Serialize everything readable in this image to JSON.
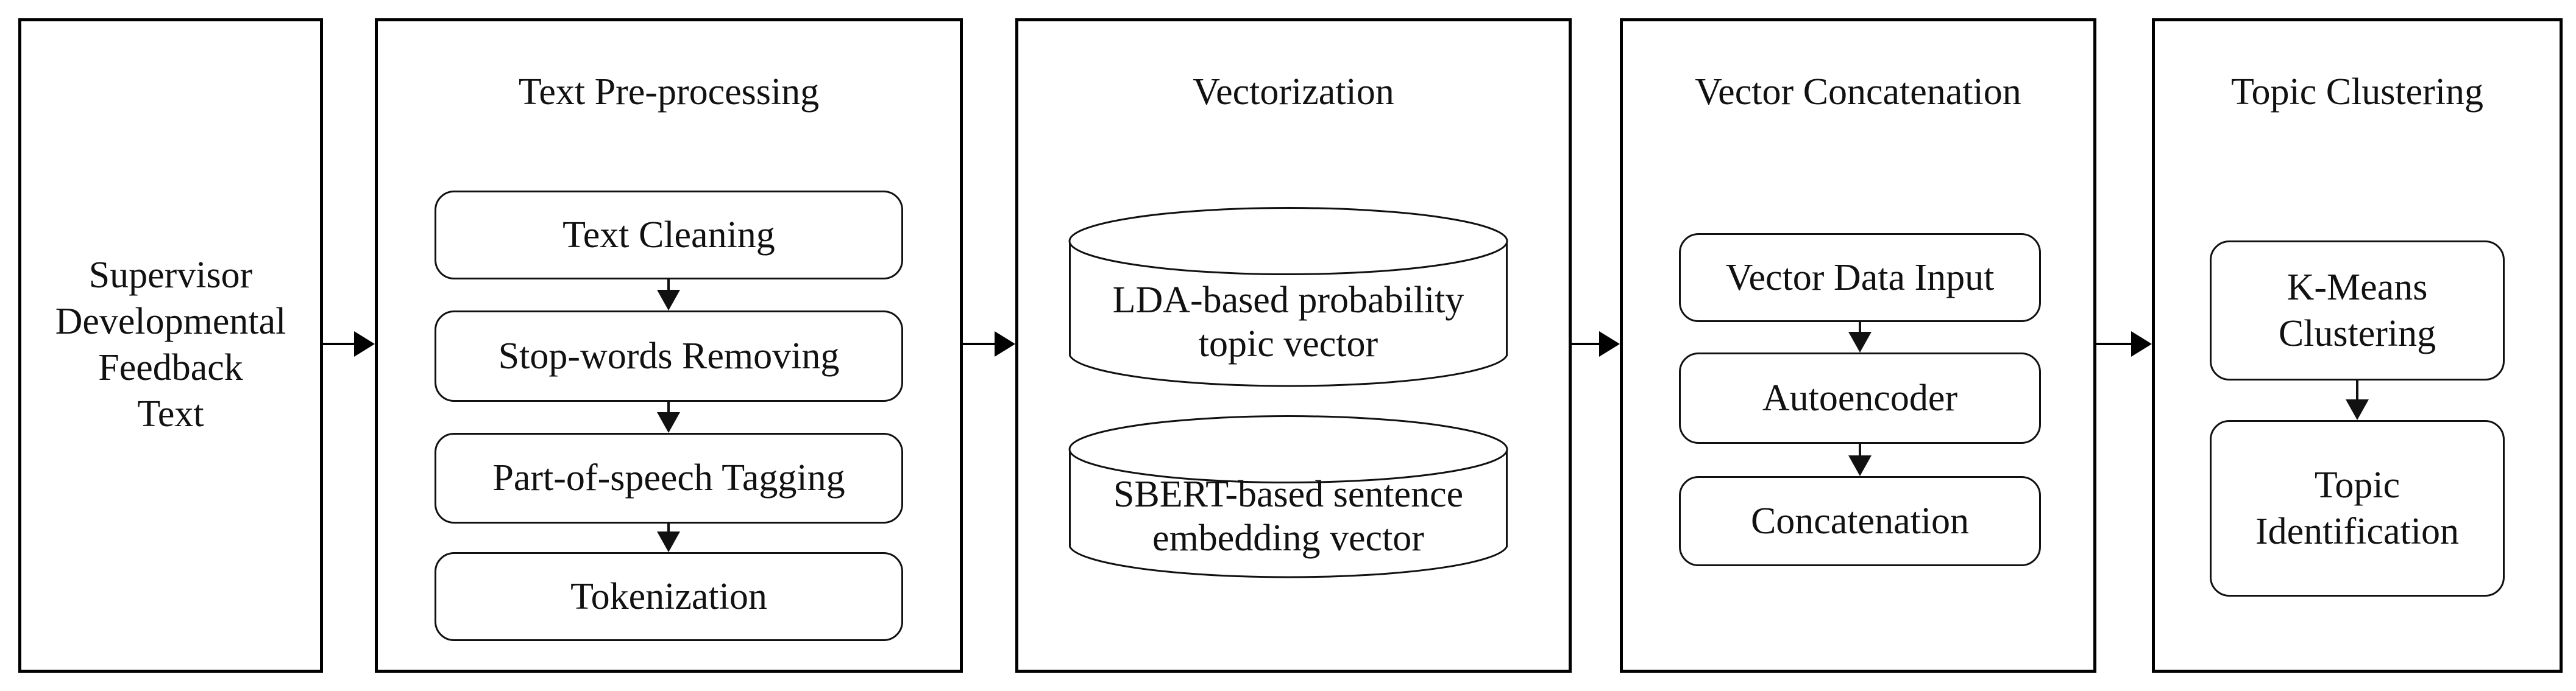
{
  "colors": {
    "background": "#ffffff",
    "stroke": "#000000",
    "text": "#111111"
  },
  "panels": {
    "input": {
      "lines": [
        "Supervisor",
        "Developmental",
        "Feedback",
        "Text"
      ]
    },
    "preprocessing": {
      "title": "Text Pre-processing",
      "steps": [
        "Text Cleaning",
        "Stop-words Removing",
        "Part-of-speech Tagging",
        "Tokenization"
      ]
    },
    "vectorization": {
      "title": "Vectorization",
      "stores": [
        {
          "line1": "LDA-based probability",
          "line2": "topic vector"
        },
        {
          "line1": "SBERT-based sentence",
          "line2": "embedding vector"
        }
      ]
    },
    "concatenation": {
      "title": "Vector Concatenation",
      "steps": [
        "Vector Data Input",
        "Autoencoder",
        "Concatenation"
      ]
    },
    "clustering": {
      "title": "Topic Clustering",
      "steps": [
        {
          "line1": "K-Means",
          "line2": "Clustering"
        },
        {
          "line1": "Topic",
          "line2": "Identification"
        }
      ]
    }
  }
}
